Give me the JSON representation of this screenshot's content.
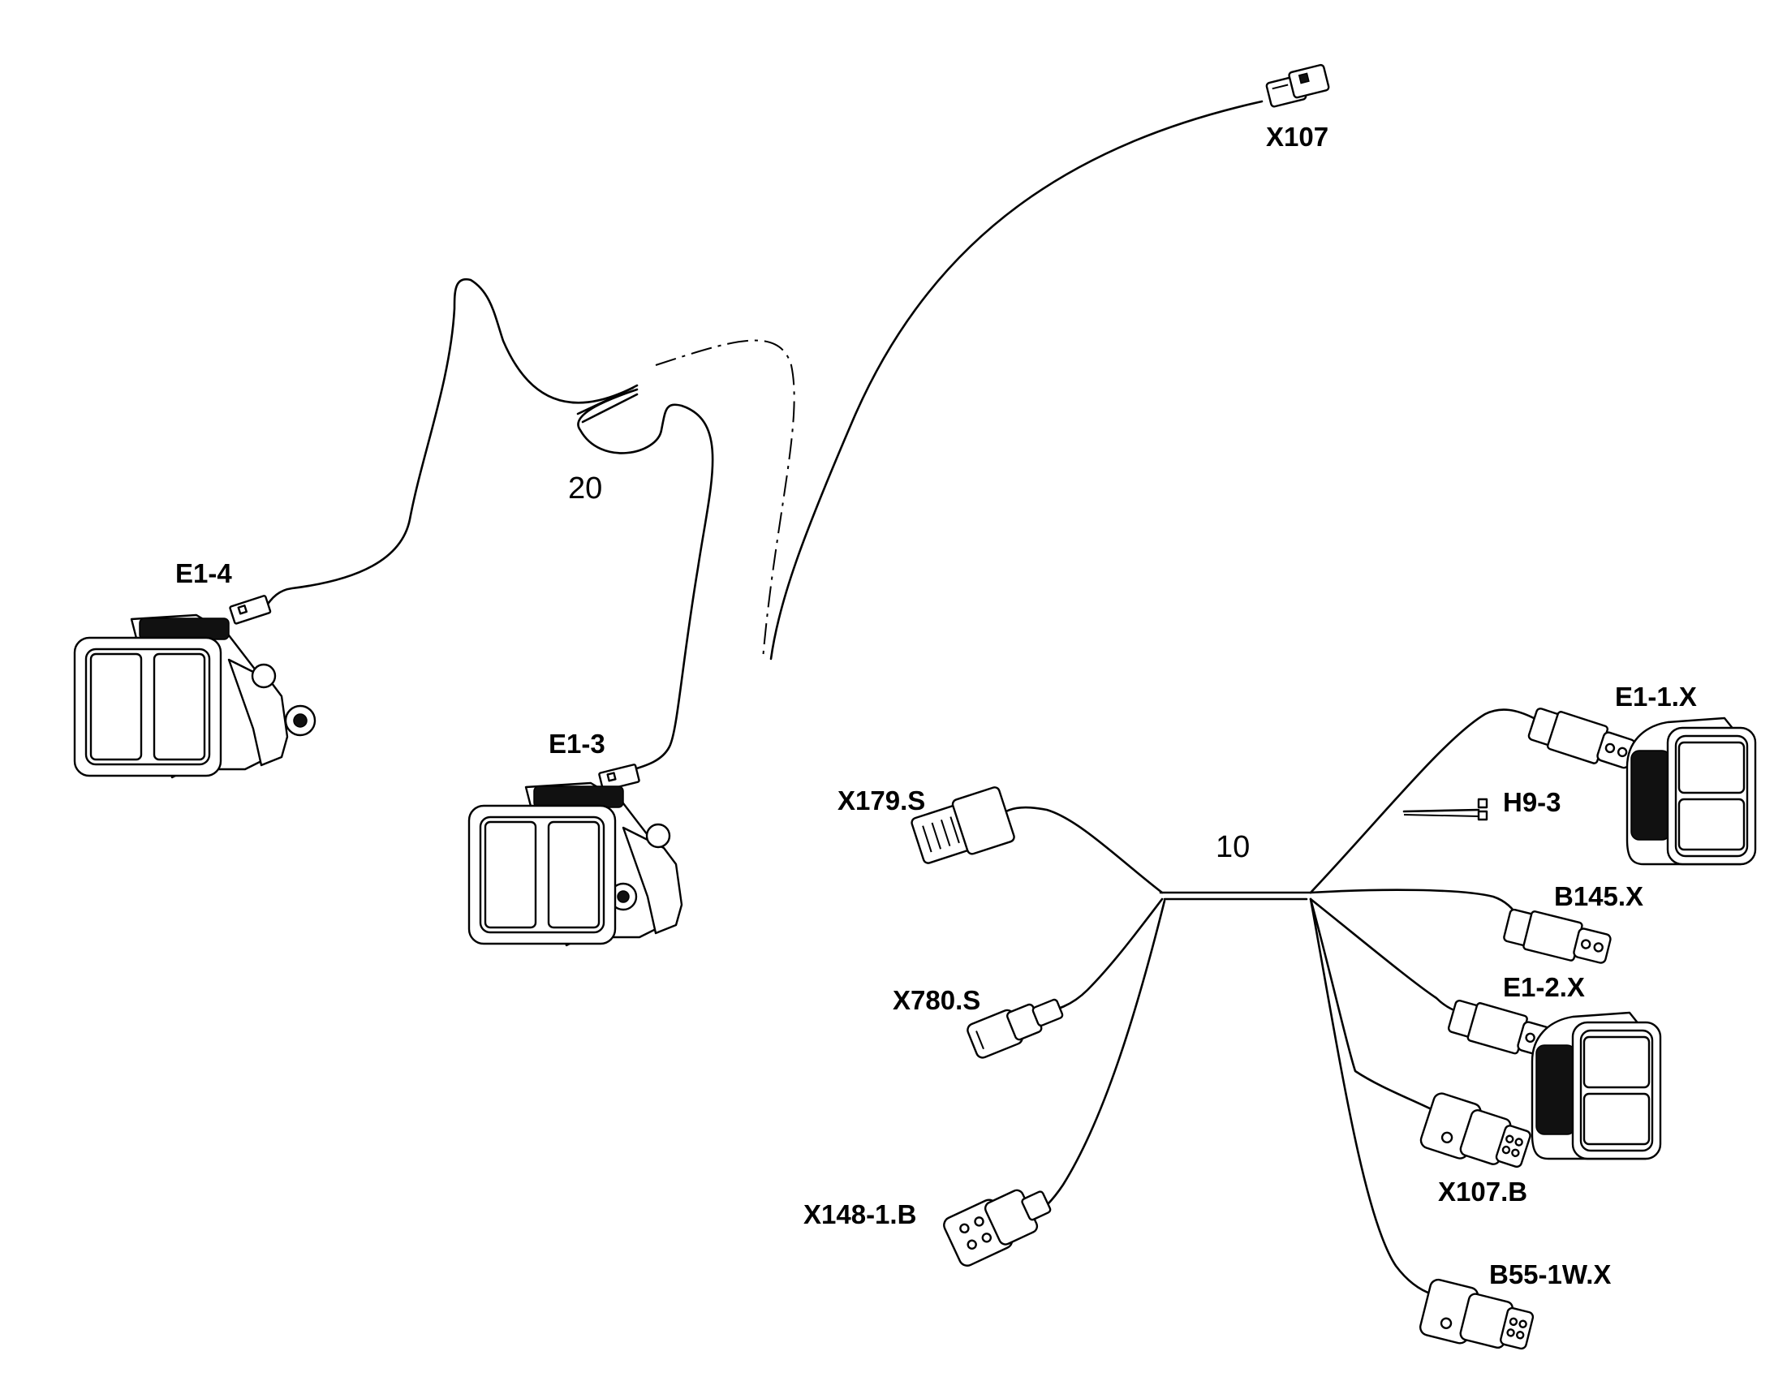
{
  "labels": {
    "x107_top": "X107",
    "e1_4": "E1-4",
    "e1_3": "E1-3",
    "item_20": "20",
    "item_10": "10",
    "x179s": "X179.S",
    "x780s": "X780.S",
    "x148_1b": "X148-1.B",
    "e1_1x": "E1-1.X",
    "h9_3": "H9-3",
    "b145x": "B145.X",
    "e1_2x": "E1-2.X",
    "x107b": "X107.B",
    "b55_1wx": "B55-1W.X"
  },
  "icons": {
    "work_lamp": "work-lamp-icon",
    "connector_plug": "connector-plug-icon",
    "connector_socket": "connector-socket-icon"
  }
}
